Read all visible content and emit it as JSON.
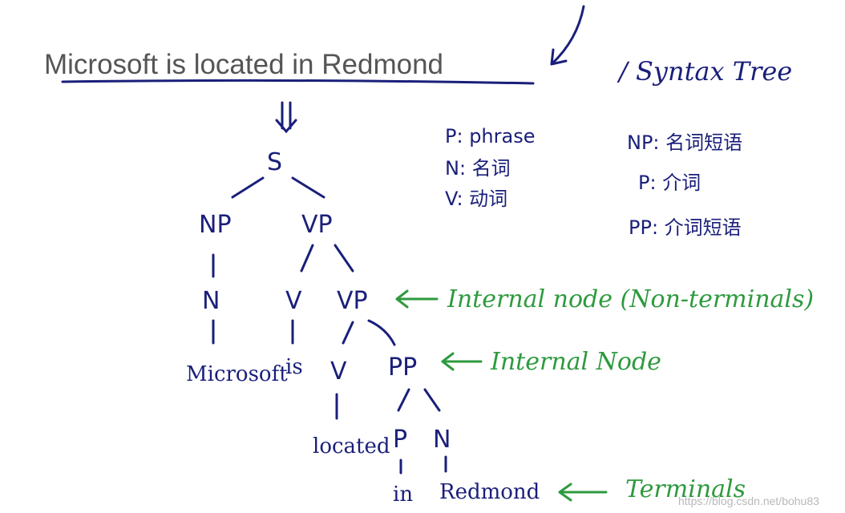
{
  "sentence": "Microsoft is located in Redmond",
  "syntax_tree_label": "/ Syntax Tree",
  "nodes": {
    "S": "S",
    "NP": "NP",
    "VP": "VP",
    "N": "N",
    "V": "V",
    "VP2": "VP",
    "V2": "V",
    "PP": "PP",
    "P": "P",
    "N2": "N"
  },
  "leaves": {
    "microsoft": "Microsoft",
    "is": "is",
    "located": "located",
    "in": "in",
    "redmond": "Redmond"
  },
  "legend_left": [
    "P: phrase",
    "N: 名词",
    "V: 动词"
  ],
  "legend_right": [
    "NP: 名词短语",
    "P: 介词",
    "PP: 介词短语"
  ],
  "annotations": {
    "internal_node_nonterminals": "Internal node (Non-terminals)",
    "internal_node": "Internal Node",
    "terminals": "Terminals"
  },
  "colors": {
    "ink": "#1a1f7a",
    "green": "#2e9a3e",
    "sentence_gray": "#555555"
  },
  "watermark": "https://blog.csdn.net/bohu83"
}
